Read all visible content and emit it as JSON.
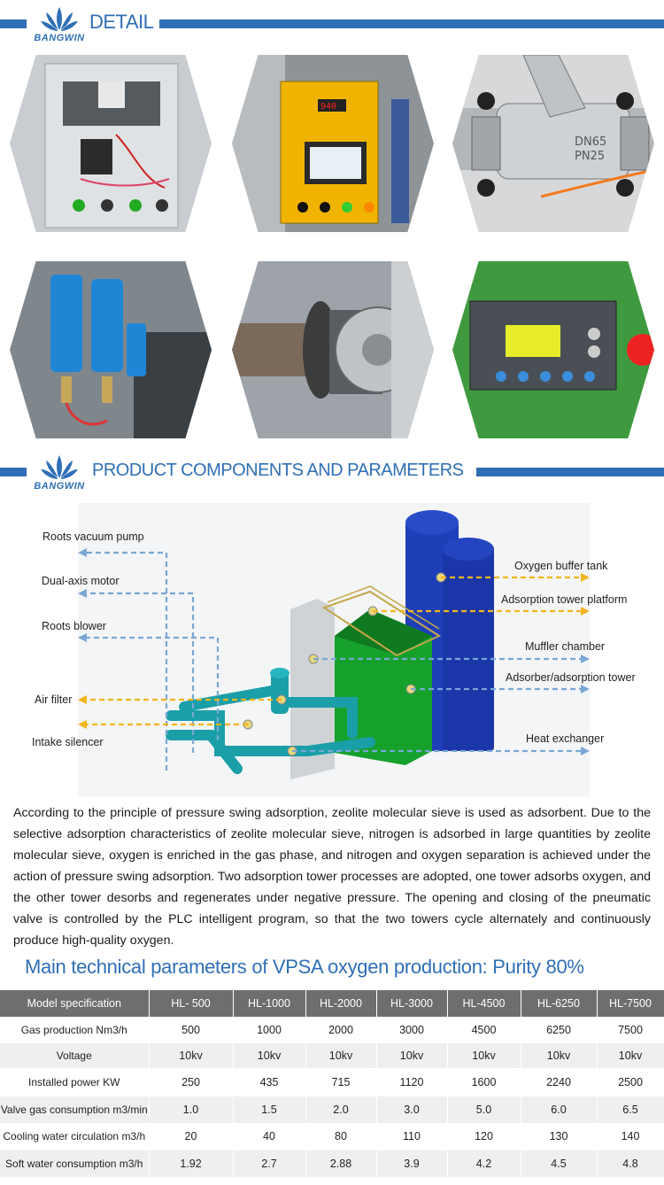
{
  "brand": {
    "name": "BANGWIN"
  },
  "sections": {
    "detail_title": "DETAIL",
    "components_title": "PRODUCT COMPONENTS AND PARAMETERS"
  },
  "detail_images": [
    {
      "desc": "electrical control cabinet"
    },
    {
      "desc": "yellow PLC control box"
    },
    {
      "desc": "stainless valve DN65 PN25",
      "marking_1": "DN65",
      "marking_2": "PN25"
    },
    {
      "desc": "blue precision air filters"
    },
    {
      "desc": "roots blower flange"
    },
    {
      "desc": "air compressor controller"
    }
  ],
  "components": {
    "labels_left": [
      "Roots vacuum pump",
      "Dual-axis motor",
      "Roots blower",
      "Air filter",
      "Intake silencer"
    ],
    "labels_right": [
      "Oxygen buffer tank",
      "Adsorption tower platform",
      "Muffler chamber",
      "Adsorber/adsorption tower",
      "Heat exchanger"
    ]
  },
  "description": "According to the principle of pressure swing adsorption, zeolite molecular sieve is used as adsorbent. Due to the selective adsorption characteristics of zeolite molecular sieve, nitrogen is adsorbed in large quantities by zeolite molecular sieve, oxygen is enriched in the gas phase, and nitrogen and oxygen separation is achieved under the action of pressure swing adsorption. Two adsorption tower processes are adopted, one tower adsorbs oxygen, and the other tower desorbs and regenerates under negative pressure. The opening and closing of the pneumatic valve is controlled by the PLC intelligent program, so that the two towers cycle alternately and continuously produce high-quality oxygen.",
  "params_title": "Main technical parameters of VPSA oxygen production: Purity 80%",
  "table": {
    "header": [
      "Model specification",
      "HL- 500",
      "HL-1000",
      "HL-2000",
      "HL-3000",
      "HL-4500",
      "HL-6250",
      "HL-7500"
    ],
    "rows": [
      [
        "Gas production Nm3/h",
        "500",
        "1000",
        "2000",
        "3000",
        "4500",
        "6250",
        "7500"
      ],
      [
        "Voltage",
        "10kv",
        "10kv",
        "10kv",
        "10kv",
        "10kv",
        "10kv",
        "10kv"
      ],
      [
        "Installed power KW",
        "250",
        "435",
        "715",
        "1120",
        "1600",
        "2240",
        "2500"
      ],
      [
        "Valve gas consumption m3/min",
        "1.0",
        "1.5",
        "2.0",
        "3.0",
        "5.0",
        "6.0",
        "6.5"
      ],
      [
        "Cooling water circulation m3/h",
        "20",
        "40",
        "80",
        "110",
        "120",
        "130",
        "140"
      ],
      [
        "Soft water consumption m3/h",
        "1.92",
        "2.7",
        "2.88",
        "3.9",
        "4.2",
        "4.5",
        "4.8"
      ]
    ]
  },
  "colors": {
    "accent": "#2f6fb6",
    "table_header": "#6e6e6e",
    "arrow_blue": "#7aa7d6",
    "arrow_yellow": "#f2b51c"
  }
}
